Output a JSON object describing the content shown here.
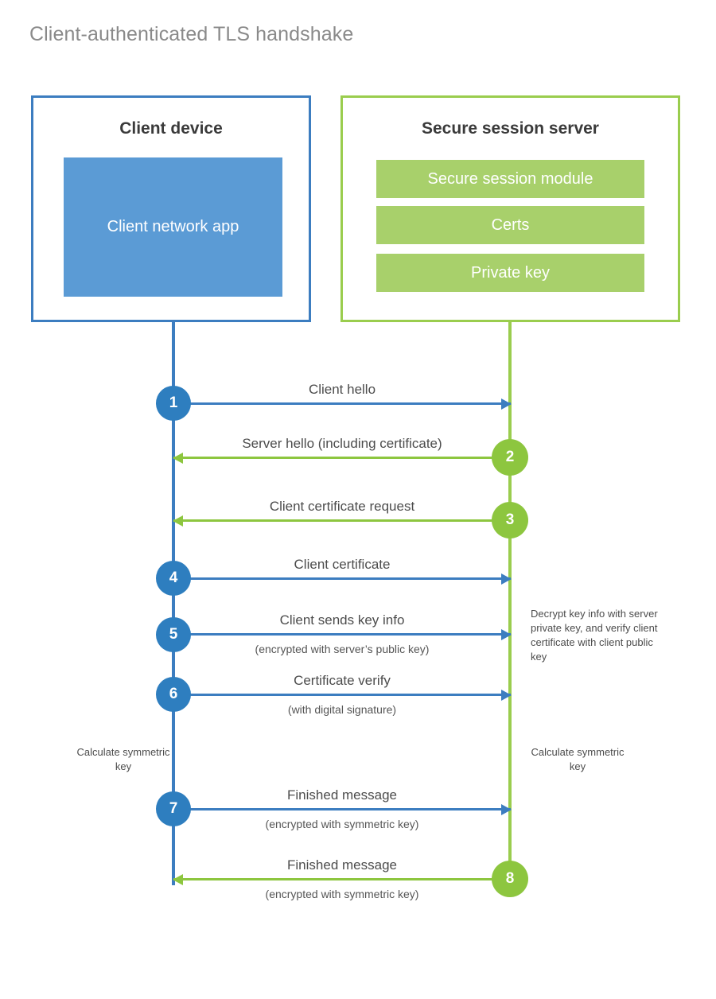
{
  "title": "Client-authenticated TLS handshake",
  "colors": {
    "client_blue": "#3C7DC0",
    "client_app_fill": "#5B9BD5",
    "step_blue": "#2E7EBF",
    "server_green": "#9ACD4E",
    "server_bar_fill": "#A8D06B",
    "step_green": "#8DC63F",
    "title_gray": "#8a8a8a",
    "text_gray": "#4c4c4c",
    "background": "#ffffff"
  },
  "participants": {
    "client": {
      "title": "Client device",
      "block_label": "Client network app"
    },
    "server": {
      "title": "Secure session server",
      "bars": [
        {
          "label": "Secure session module"
        },
        {
          "label": "Certs"
        },
        {
          "label": "Private key"
        }
      ]
    }
  },
  "messages": [
    {
      "step": "1",
      "label": "Client hello",
      "sublabel": "",
      "direction": "client-to-server",
      "color": "blue"
    },
    {
      "step": "2",
      "label": "Server hello (including certificate)",
      "sublabel": "",
      "direction": "server-to-client",
      "color": "green"
    },
    {
      "step": "3",
      "label": "Client certificate request",
      "sublabel": "",
      "direction": "server-to-client",
      "color": "green"
    },
    {
      "step": "4",
      "label": "Client certificate",
      "sublabel": "",
      "direction": "client-to-server",
      "color": "blue"
    },
    {
      "step": "5",
      "label": "Client sends key info",
      "sublabel": "(encrypted with server’s public key)",
      "direction": "client-to-server",
      "color": "blue"
    },
    {
      "step": "6",
      "label": "Certificate verify",
      "sublabel": "(with digital signature)",
      "direction": "client-to-server",
      "color": "blue"
    },
    {
      "step": "7",
      "label": "Finished message",
      "sublabel": "(encrypted with symmetric key)",
      "direction": "client-to-server",
      "color": "blue"
    },
    {
      "step": "8",
      "label": "Finished message",
      "sublabel": "(encrypted with symmetric key)",
      "direction": "server-to-client",
      "color": "green"
    }
  ],
  "annotations": {
    "server_decrypt": "Decrypt key info with server private key, and verify client certificate with client public key",
    "client_symmetric_key": "Calculate symmetric key",
    "server_symmetric_key": "Calculate symmetric key"
  }
}
